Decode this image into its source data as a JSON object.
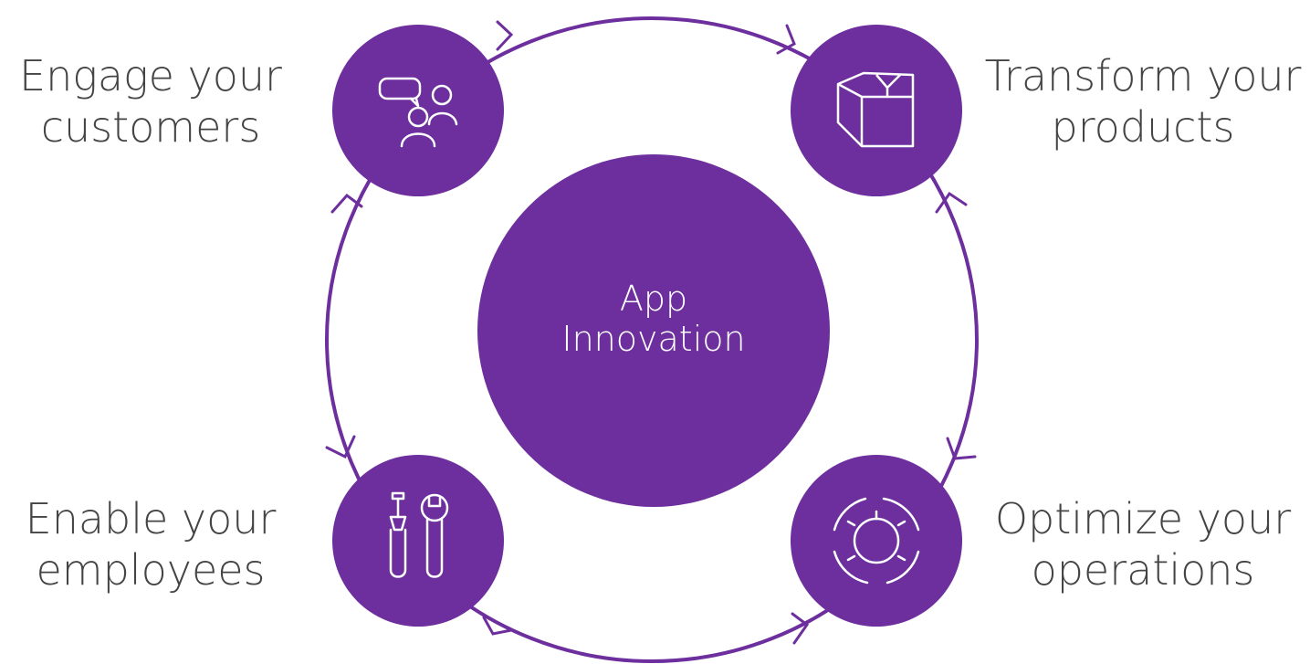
{
  "center": {
    "line1": "App",
    "line2": "Innovation"
  },
  "nodes": [
    {
      "id": "engage",
      "line1": "Engage your",
      "line2": "customers",
      "icon": "people-chat-icon"
    },
    {
      "id": "transform",
      "line1": "Transform your",
      "line2": "products",
      "icon": "box-icon"
    },
    {
      "id": "enable",
      "line1": "Enable your",
      "line2": "employees",
      "icon": "tools-icon"
    },
    {
      "id": "optimize",
      "line1": "Optimize your",
      "line2": "operations",
      "icon": "gear-icon"
    }
  ],
  "colors": {
    "accent": "#6E2F9E",
    "text": "#444444",
    "icon_stroke": "#ffffff"
  }
}
